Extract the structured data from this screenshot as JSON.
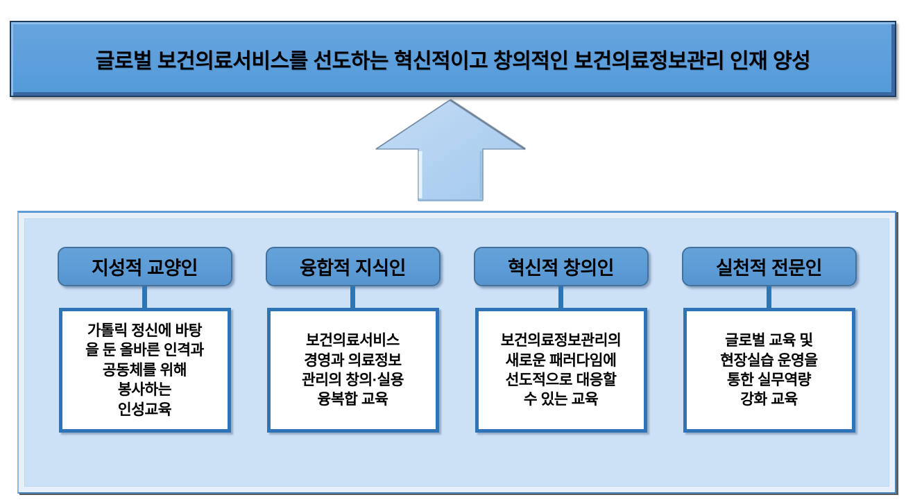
{
  "vision_banner": {
    "text": "글로벌 보건의료서비스를 선도하는 혁신적이고 창의적인 보건의료정보관리 인재 양성"
  },
  "icons": {
    "up_arrow": "up-arrow"
  },
  "panel": {
    "pillars": [
      {
        "title": "지성적 교양인",
        "description": "가톨릭 정신에 바탕\n을 둔 올바른 인격과\n공동체를 위해\n봉사하는\n인성교육"
      },
      {
        "title": "융합적 지식인",
        "description": "보건의료서비스\n경영과 의료정보\n관리의 창의·실용\n융복합 교육"
      },
      {
        "title": "혁신적 창의인",
        "description": "보건의료정보관리의\n새로운 패러다임에\n선도적으로 대응할\n수 있는 교육"
      },
      {
        "title": "실천적 전문인",
        "description": "글로벌 교육 및\n현장실습 운영을\n통한 실무역량\n강화 교육"
      }
    ]
  },
  "colors": {
    "banner_fill": "#5D9FDC",
    "banner_border": "#1E3C5F",
    "header_fill": "#5C9BD5",
    "header_border": "#41719C",
    "connector": "#2E75B6",
    "description_box_border": "#2E74B6",
    "panel_fill": "#CCE1F6",
    "arrow_fill": "#AECDEF",
    "text": "#000000"
  }
}
